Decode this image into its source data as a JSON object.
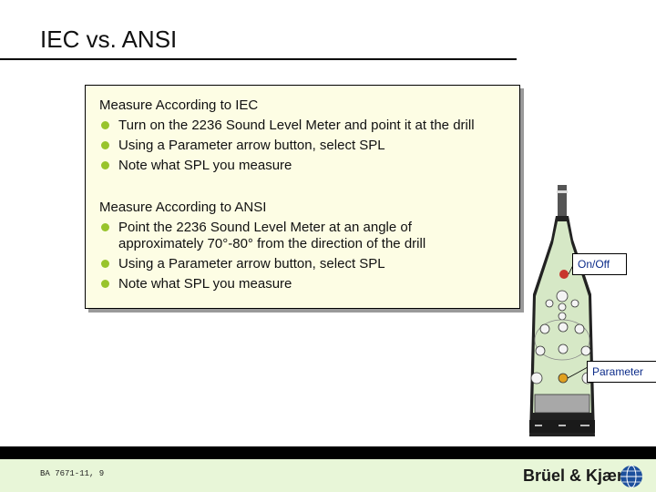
{
  "slide": {
    "title": "IEC vs. ANSI",
    "sections": [
      {
        "heading": "Measure According to IEC",
        "bullets": [
          "Turn on the 2236 Sound Level Meter and point it at the drill",
          "Using a Parameter arrow button, select SPL",
          "Note what SPL you measure"
        ]
      },
      {
        "heading": "Measure According to ANSI",
        "bullets": [
          "Point the 2236 Sound Level Meter at an angle of approximately 70°-80° from the direction of the drill",
          "Using a Parameter arrow button, select SPL",
          "Note what SPL you measure"
        ]
      }
    ],
    "callouts": {
      "on_off": "On/Off",
      "parameter": "Parameter"
    },
    "footer": {
      "code": "BA 7671-11, 9",
      "brand": "Brüel & Kjær"
    },
    "colors": {
      "box_background": "#fdfde4",
      "bullet": "#98c42c",
      "callout_text": "#0c2c8a",
      "device_body": "#d6e8c6",
      "footer_band": "#e8f6d8"
    },
    "icons": {
      "bullet": "green-dot-icon",
      "device": "sound-level-meter-icon",
      "logo": "globe-logo-icon"
    }
  }
}
